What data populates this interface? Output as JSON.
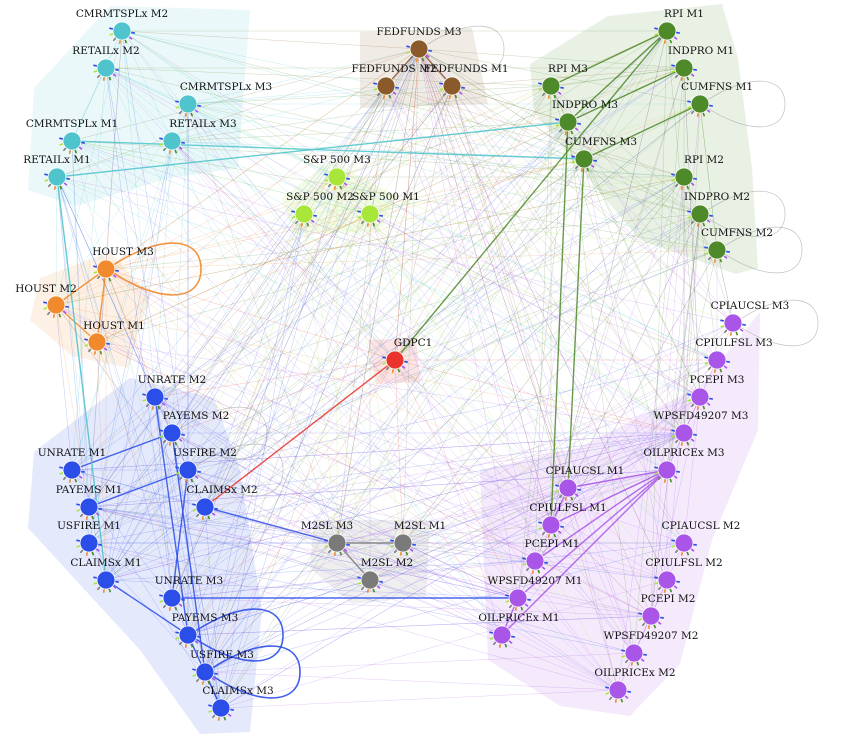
{
  "groups": [
    {
      "id": "retail",
      "color": "#4fc4cc"
    },
    {
      "id": "fedfunds",
      "color": "#8a5a2b"
    },
    {
      "id": "production",
      "color": "#4e8a2a"
    },
    {
      "id": "sp500",
      "color": "#a8e63a"
    },
    {
      "id": "housing",
      "color": "#f08a2c"
    },
    {
      "id": "gdp",
      "color": "#e8342c"
    },
    {
      "id": "labor",
      "color": "#2c4ee8"
    },
    {
      "id": "money",
      "color": "#7a7a7a"
    },
    {
      "id": "prices",
      "color": "#a855e8"
    }
  ],
  "nodes": [
    {
      "id": "CMRMTSPLx M2",
      "group": "retail"
    },
    {
      "id": "RETAILx M2",
      "group": "retail"
    },
    {
      "id": "CMRMTSPLx M3",
      "group": "retail"
    },
    {
      "id": "CMRMTSPLx M1",
      "group": "retail"
    },
    {
      "id": "RETAILx M3",
      "group": "retail"
    },
    {
      "id": "RETAILx M1",
      "group": "retail"
    },
    {
      "id": "FEDFUNDS M3",
      "group": "fedfunds"
    },
    {
      "id": "FEDFUNDS M2",
      "group": "fedfunds"
    },
    {
      "id": "FEDFUNDS M1",
      "group": "fedfunds"
    },
    {
      "id": "RPI M1",
      "group": "production"
    },
    {
      "id": "INDPRO M1",
      "group": "production"
    },
    {
      "id": "RPI M3",
      "group": "production"
    },
    {
      "id": "CUMFNS M1",
      "group": "production"
    },
    {
      "id": "INDPRO M3",
      "group": "production"
    },
    {
      "id": "CUMFNS M3",
      "group": "production"
    },
    {
      "id": "RPI M2",
      "group": "production"
    },
    {
      "id": "INDPRO M2",
      "group": "production"
    },
    {
      "id": "CUMFNS M2",
      "group": "production"
    },
    {
      "id": "S&P 500 M3",
      "group": "sp500"
    },
    {
      "id": "S&P 500 M2",
      "group": "sp500"
    },
    {
      "id": "S&P 500 M1",
      "group": "sp500"
    },
    {
      "id": "HOUST M3",
      "group": "housing"
    },
    {
      "id": "HOUST M2",
      "group": "housing"
    },
    {
      "id": "HOUST M1",
      "group": "housing"
    },
    {
      "id": "GDPC1",
      "group": "gdp"
    },
    {
      "id": "UNRATE M2",
      "group": "labor"
    },
    {
      "id": "PAYEMS M2",
      "group": "labor"
    },
    {
      "id": "USFIRE M2",
      "group": "labor"
    },
    {
      "id": "UNRATE M1",
      "group": "labor"
    },
    {
      "id": "CLAIMSx M2",
      "group": "labor"
    },
    {
      "id": "PAYEMS M1",
      "group": "labor"
    },
    {
      "id": "USFIRE M1",
      "group": "labor"
    },
    {
      "id": "CLAIMSx M1",
      "group": "labor"
    },
    {
      "id": "UNRATE M3",
      "group": "labor"
    },
    {
      "id": "PAYEMS M3",
      "group": "labor"
    },
    {
      "id": "USFIRE M3",
      "group": "labor"
    },
    {
      "id": "CLAIMSx M3",
      "group": "labor"
    },
    {
      "id": "M2SL M3",
      "group": "money"
    },
    {
      "id": "M2SL M1",
      "group": "money"
    },
    {
      "id": "M2SL M2",
      "group": "money"
    },
    {
      "id": "CPIAUCSL M3",
      "group": "prices"
    },
    {
      "id": "CPIULFSL M3",
      "group": "prices"
    },
    {
      "id": "PCEPI M3",
      "group": "prices"
    },
    {
      "id": "WPSFD49207 M3",
      "group": "prices"
    },
    {
      "id": "OILPRICEx M3",
      "group": "prices"
    },
    {
      "id": "CPIAUCSL M1",
      "group": "prices"
    },
    {
      "id": "CPIULFSL M1",
      "group": "prices"
    },
    {
      "id": "CPIAUCSL M2",
      "group": "prices"
    },
    {
      "id": "PCEPI M1",
      "group": "prices"
    },
    {
      "id": "CPIULFSL M2",
      "group": "prices"
    },
    {
      "id": "WPSFD49207 M1",
      "group": "prices"
    },
    {
      "id": "PCEPI M2",
      "group": "prices"
    },
    {
      "id": "OILPRICEx M1",
      "group": "prices"
    },
    {
      "id": "WPSFD49207 M2",
      "group": "prices"
    },
    {
      "id": "OILPRICEx M2",
      "group": "prices"
    }
  ],
  "strong_edges": [
    {
      "from": "FEDFUNDS M3",
      "to": "FEDFUNDS M2"
    },
    {
      "from": "FEDFUNDS M3",
      "to": "FEDFUNDS M1"
    },
    {
      "from": "RPI M3",
      "to": "RPI M1"
    },
    {
      "from": "INDPRO M3",
      "to": "INDPRO M1"
    },
    {
      "from": "INDPRO M3",
      "to": "RPI M1"
    },
    {
      "from": "CUMFNS M3",
      "to": "CUMFNS M1"
    },
    {
      "from": "RETAILx M1",
      "to": "INDPRO M3"
    },
    {
      "from": "CMRMTSPLx M1",
      "to": "CUMFNS M3"
    },
    {
      "from": "HOUST M3",
      "to": "HOUST M2"
    },
    {
      "from": "HOUST M3",
      "to": "HOUST M1"
    },
    {
      "from": "HOUST M2",
      "to": "HOUST M1"
    },
    {
      "from": "PAYEMS M3",
      "to": "CLAIMSx M3"
    },
    {
      "from": "USFIRE M3",
      "to": "CLAIMSx M3"
    },
    {
      "from": "UNRATE M1",
      "to": "PAYEMS M2"
    },
    {
      "from": "PAYEMS M1",
      "to": "USFIRE M2"
    },
    {
      "from": "M2SL M3",
      "to": "M2SL M1"
    },
    {
      "from": "M2SL M3",
      "to": "M2SL M2"
    },
    {
      "from": "CLAIMSx M2",
      "to": "M2SL M3"
    },
    {
      "from": "OILPRICEx M3",
      "to": "CPIAUCSL M1"
    },
    {
      "from": "OILPRICEx M3",
      "to": "CPIULFSL M1"
    },
    {
      "from": "OILPRICEx M3",
      "to": "PCEPI M1"
    },
    {
      "from": "OILPRICEx M3",
      "to": "WPSFD49207 M1"
    },
    {
      "from": "OILPRICEx M3",
      "to": "OILPRICEx M1"
    },
    {
      "from": "CPIAUCSL M1",
      "to": "CPIULFSL M1"
    },
    {
      "from": "WPSFD49207 M1",
      "to": "OILPRICEx M1"
    },
    {
      "from": "CUMFNS M3",
      "to": "CPIAUCSL M1"
    },
    {
      "from": "INDPRO M3",
      "to": "CPIULFSL M1"
    },
    {
      "from": "GDPC1",
      "to": "CLAIMSx M2"
    },
    {
      "from": "USFIRE M2",
      "to": "UNRATE M3"
    },
    {
      "from": "PAYEMS M2",
      "to": "USFIRE M3"
    },
    {
      "from": "UNRATE M2",
      "to": "PAYEMS M3"
    },
    {
      "from": "CLAIMSx M1",
      "to": "PAYEMS M3"
    },
    {
      "from": "UNRATE M3",
      "to": "WPSFD49207 M1"
    },
    {
      "from": "RETAILx M1",
      "to": "CLAIMSx M1"
    },
    {
      "from": "RPI M1",
      "to": "GDPC1"
    }
  ],
  "self_loops": [
    "FEDFUNDS M3",
    "CUMFNS M1",
    "INDPRO M2",
    "CUMFNS M2",
    "HOUST M3",
    "USFIRE M2",
    "PAYEMS M2",
    "USFIRE M3",
    "PAYEMS M3",
    "CPIAUCSL M3"
  ]
}
